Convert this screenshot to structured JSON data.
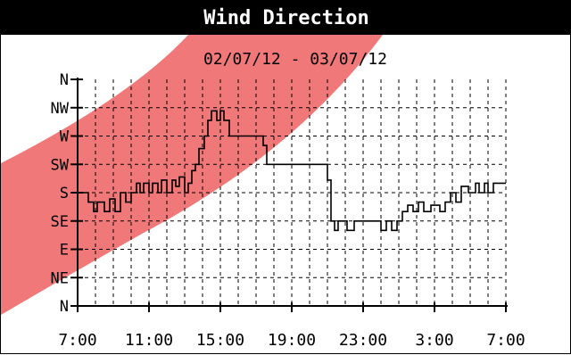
{
  "title": "Wind Direction",
  "chart_data": {
    "type": "line",
    "title": "Wind Direction",
    "subtitle": "02/07/12 - 03/07/12",
    "xlabel": "",
    "ylabel": "",
    "y_categories": [
      "N",
      "NE",
      "E",
      "SE",
      "S",
      "SW",
      "W",
      "NW",
      "N"
    ],
    "x_tick_labels": [
      "7:00",
      "11:00",
      "15:00",
      "19:00",
      "23:00",
      "3:00",
      "7:00"
    ],
    "xlim_hours": [
      0,
      24
    ],
    "ylim_degrees": [
      0,
      360
    ],
    "grid": true,
    "highlight_band": {
      "color": "#f07878",
      "description": "prevailing direction band"
    },
    "series": [
      {
        "color": "#000000",
        "x_hours": [
          0.0,
          0.6,
          0.6,
          0.9,
          0.9,
          1.1,
          1.1,
          1.5,
          1.5,
          1.8,
          1.8,
          2.1,
          2.1,
          2.4,
          2.4,
          2.7,
          2.7,
          3.0,
          3.0,
          3.3,
          3.3,
          3.5,
          3.5,
          3.7,
          3.7,
          4.0,
          4.0,
          4.2,
          4.2,
          4.5,
          4.5,
          4.7,
          4.7,
          5.0,
          5.0,
          5.3,
          5.3,
          5.5,
          5.5,
          5.7,
          5.7,
          6.0,
          6.0,
          6.2,
          6.2,
          6.4,
          6.4,
          6.6,
          6.6,
          6.8,
          6.8,
          7.1,
          7.1,
          7.3,
          7.3,
          7.5,
          7.5,
          7.8,
          7.8,
          8.0,
          8.0,
          8.2,
          8.2,
          8.5,
          8.5,
          8.7,
          8.7,
          8.9,
          8.9,
          9.2,
          9.2,
          9.4,
          9.4,
          9.6,
          9.6,
          9.8,
          9.8,
          10.1,
          10.1,
          10.4,
          10.4,
          10.6,
          10.6,
          14.0,
          14.0,
          14.2,
          14.2,
          14.4,
          14.4,
          14.6,
          14.6,
          15.1,
          15.1,
          15.3,
          15.3,
          15.5,
          15.5,
          17.0,
          17.0,
          17.3,
          17.3,
          17.6,
          17.6,
          17.9,
          17.9,
          18.2,
          18.2,
          18.5,
          18.5,
          18.8,
          18.8,
          19.1,
          19.1,
          19.4,
          19.4,
          19.8,
          19.8,
          20.3,
          20.3,
          20.6,
          20.6,
          20.9,
          20.9,
          21.2,
          21.2,
          21.5,
          21.5,
          21.9,
          21.9,
          22.3,
          22.3,
          22.5,
          22.5,
          22.8,
          22.8,
          23.0,
          23.0,
          23.3,
          23.3,
          24.0
        ],
        "y_degrees": [
          180,
          180,
          165,
          165,
          150,
          150,
          165,
          165,
          150,
          150,
          170,
          170,
          150,
          150,
          180,
          180,
          165,
          165,
          180,
          180,
          195,
          195,
          180,
          180,
          195,
          195,
          180,
          180,
          195,
          195,
          180,
          180,
          200,
          200,
          180,
          180,
          200,
          200,
          190,
          190,
          205,
          205,
          180,
          180,
          195,
          195,
          215,
          215,
          225,
          225,
          250,
          250,
          270,
          270,
          295,
          295,
          310,
          310,
          295,
          295,
          310,
          310,
          295,
          295,
          270,
          270,
          270,
          270,
          270,
          270,
          270,
          270,
          270,
          270,
          270,
          270,
          270,
          270,
          270,
          270,
          255,
          255,
          225,
          225,
          200,
          200,
          135,
          135,
          120,
          120,
          135,
          135,
          120,
          120,
          120,
          120,
          135,
          135,
          120,
          120,
          135,
          135,
          120,
          120,
          135,
          135,
          150,
          150,
          160,
          160,
          150,
          150,
          165,
          165,
          150,
          150,
          160,
          160,
          150,
          150,
          165,
          165,
          180,
          180,
          165,
          165,
          190,
          190,
          180,
          180,
          195,
          195,
          180,
          180,
          195,
          195,
          180,
          180,
          195,
          195,
          195
        ]
      }
    ]
  }
}
